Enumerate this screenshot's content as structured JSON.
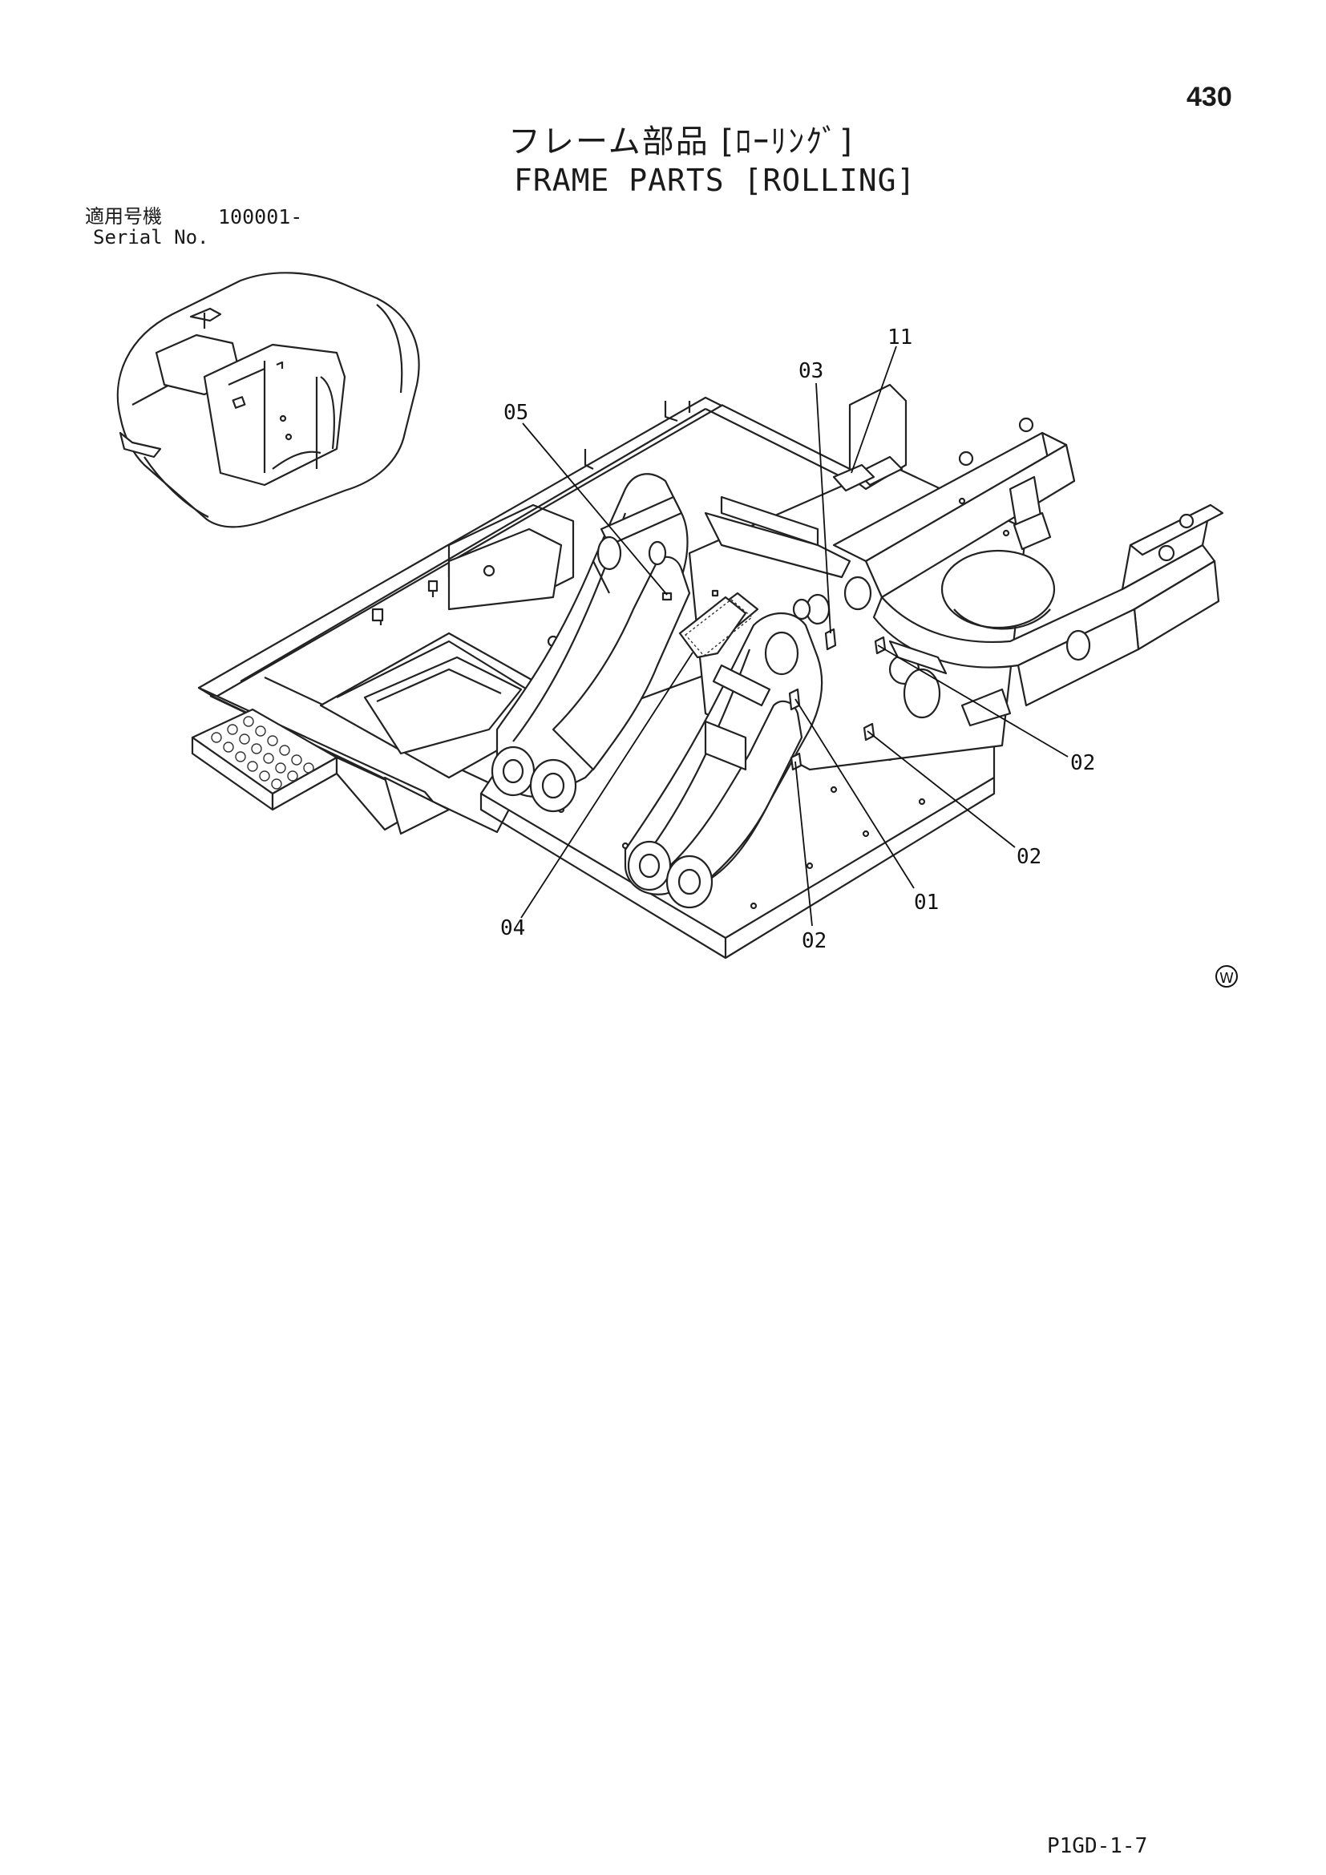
{
  "page_number": "430",
  "title_jp": "フレーム部品 [ﾛｰﾘﾝｸﾞ]",
  "title_en": "FRAME PARTS [ROLLING]",
  "serial_label_jp": "適用号機",
  "serial_value": "100001-",
  "serial_label_en": "Serial No.",
  "callouts": {
    "c11": "11",
    "c03": "03",
    "c05": "05",
    "c02a": "02",
    "c02b": "02",
    "c02c": "02",
    "c01": "01",
    "c04": "04"
  },
  "mark": "W",
  "footer_code": "P1GD-1-7"
}
